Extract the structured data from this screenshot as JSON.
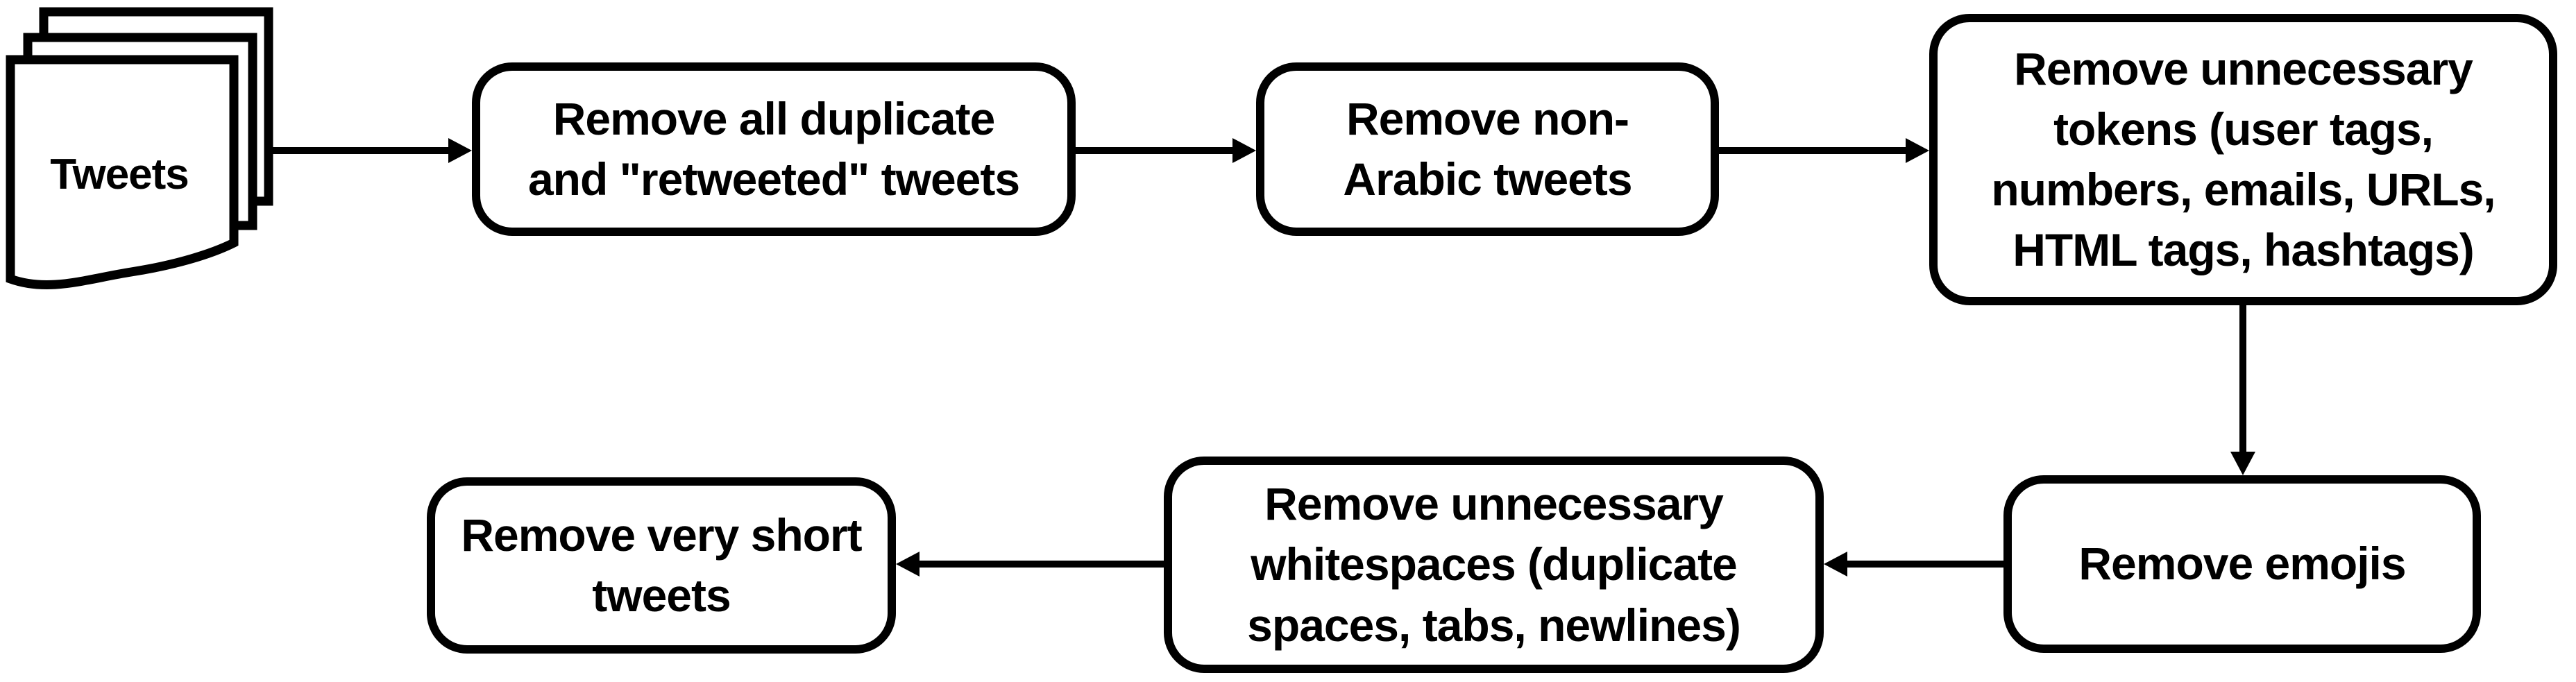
{
  "figure": {
    "type": "flowchart",
    "background": "#ffffff",
    "node_fill": "#ffffff",
    "node_stroke": "#000000",
    "text_color": "#000000"
  },
  "nodes": {
    "tweets_source": {
      "shape": "stacked-documents",
      "label": "Tweets"
    },
    "remove_duplicates": {
      "shape": "rounded-rectangle",
      "label": "Remove all duplicate and \"retweeted\" tweets",
      "lines": [
        "Remove all duplicate",
        "and \"retweeted\" tweets"
      ]
    },
    "remove_non_arabic": {
      "shape": "rounded-rectangle",
      "label": "Remove non-Arabic tweets",
      "lines": [
        "Remove non-",
        "Arabic tweets"
      ]
    },
    "remove_tokens": {
      "shape": "rounded-rectangle",
      "label": "Remove unnecessary tokens (user tags, numbers, emails, URLs, HTML tags, hashtags)",
      "lines": [
        "Remove unnecessary",
        "tokens (user tags,",
        "numbers, emails, URLs,",
        "HTML tags, hashtags)"
      ]
    },
    "remove_emojis": {
      "shape": "rounded-rectangle",
      "label": "Remove emojis",
      "lines": [
        "Remove emojis"
      ]
    },
    "remove_whitespaces": {
      "shape": "rounded-rectangle",
      "label": "Remove unnecessary whitespaces (duplicate spaces, tabs, newlines)",
      "lines": [
        "Remove unnecessary",
        "whitespaces (duplicate",
        "spaces, tabs, newlines)"
      ]
    },
    "remove_short_tweets": {
      "shape": "rounded-rectangle",
      "label": "Remove very short tweets",
      "lines": [
        "Remove very short",
        "tweets"
      ]
    }
  },
  "edges": [
    {
      "from": "tweets_source",
      "to": "remove_duplicates",
      "direction": "right"
    },
    {
      "from": "remove_duplicates",
      "to": "remove_non_arabic",
      "direction": "right"
    },
    {
      "from": "remove_non_arabic",
      "to": "remove_tokens",
      "direction": "right"
    },
    {
      "from": "remove_tokens",
      "to": "remove_emojis",
      "direction": "down"
    },
    {
      "from": "remove_emojis",
      "to": "remove_whitespaces",
      "direction": "left"
    },
    {
      "from": "remove_whitespaces",
      "to": "remove_short_tweets",
      "direction": "left"
    }
  ]
}
